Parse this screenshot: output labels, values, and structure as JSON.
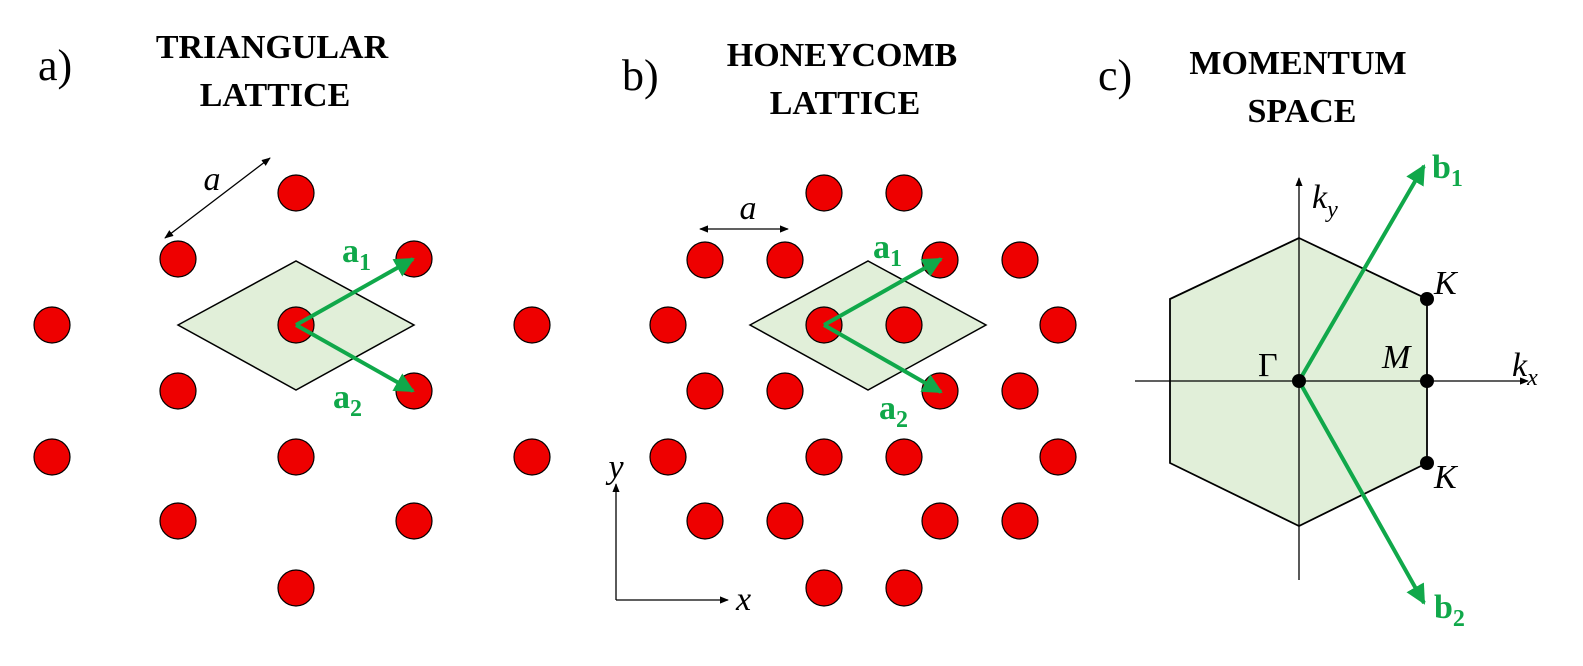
{
  "panels": {
    "a": {
      "letter": "a)",
      "title_line1": "TRIANGULAR",
      "title_line2": "LATTICE"
    },
    "b": {
      "letter": "b)",
      "title_line1": "HONEYCOMB",
      "title_line2": "LATTICE"
    },
    "c": {
      "letter": "c)",
      "title_line1": "MOMENTUM",
      "title_line2": "SPACE"
    }
  },
  "labels": {
    "lattice_constant": "a",
    "a1": {
      "main": "a",
      "sub": "1"
    },
    "a2": {
      "main": "a",
      "sub": "2"
    },
    "b1": {
      "main": "b",
      "sub": "1"
    },
    "b2": {
      "main": "b",
      "sub": "2"
    },
    "axis_x": "x",
    "axis_y": "y",
    "kx": {
      "main": "k",
      "sub": "x"
    },
    "ky": {
      "main": "k",
      "sub": "y"
    },
    "gamma": "Γ",
    "M": "M",
    "K_top": "K",
    "K_bottom": "K"
  },
  "colors": {
    "site": "#ee0000",
    "vector": "#10a84a",
    "cell_fill": "#e1efd9",
    "ink": "#000000"
  }
}
